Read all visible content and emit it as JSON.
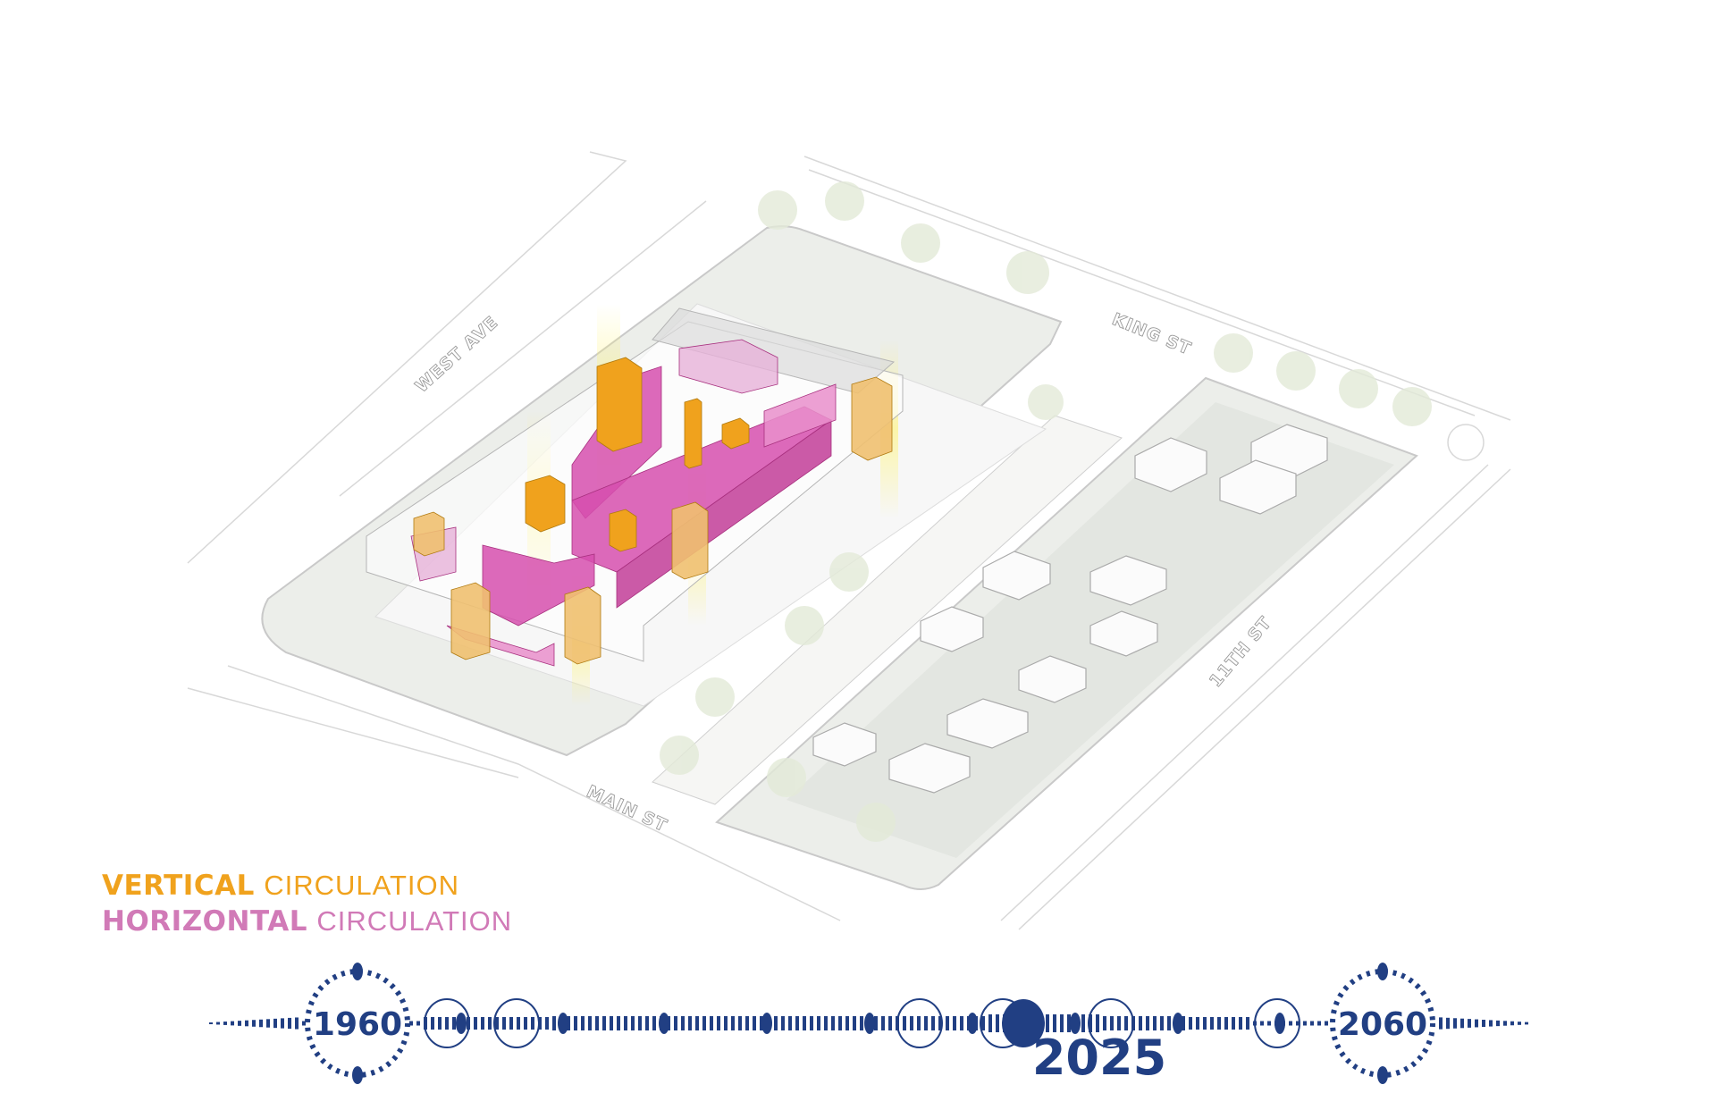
{
  "legend": {
    "vertical": {
      "bold": "VERTICAL",
      "light": "CIRCULATION",
      "color": "#f0a21d"
    },
    "horizontal": {
      "bold": "HORIZONTAL",
      "light": "CIRCULATION",
      "color": "#d17ab7"
    }
  },
  "streets": {
    "west": "WEST AVE",
    "king": "KING ST",
    "eleventh": "11TH ST",
    "main": "MAIN ST"
  },
  "timeline": {
    "start_year": "1960",
    "end_year": "2060",
    "current_year": "2025",
    "color": "#213f83"
  },
  "colors": {
    "vertical": "#f0a21d",
    "horizontal": "#d64fae",
    "ground": "#eceeea"
  }
}
